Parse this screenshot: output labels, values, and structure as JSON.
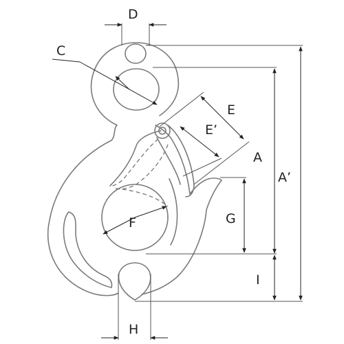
{
  "labels": {
    "A": "A",
    "A_prime": "A’",
    "C": "C",
    "D": "D",
    "E": "E",
    "E_prime": "E’",
    "F": "F",
    "G": "G",
    "H": "H",
    "I": "I"
  },
  "colors": {
    "outline": "#7a7a7a",
    "dimension": "#222222"
  }
}
